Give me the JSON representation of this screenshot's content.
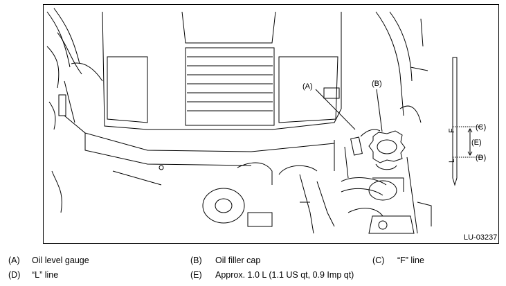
{
  "figure": {
    "code": "LU-03237",
    "callouts": {
      "A": "(A)",
      "B": "(B)",
      "C": "(C)",
      "D": "(D)",
      "E": "(E)"
    },
    "gauge_marks": {
      "f_mark": "F",
      "l_mark": "L"
    }
  },
  "legend": [
    {
      "key": "(A)",
      "text": "Oil level gauge"
    },
    {
      "key": "(B)",
      "text": "Oil filler cap"
    },
    {
      "key": "(C)",
      "text": "“F” line"
    },
    {
      "key": "(D)",
      "text": "“L” line"
    },
    {
      "key": "(E)",
      "text": "Approx. 1.0 L (1.1 US qt, 0.9 Imp qt)"
    }
  ]
}
